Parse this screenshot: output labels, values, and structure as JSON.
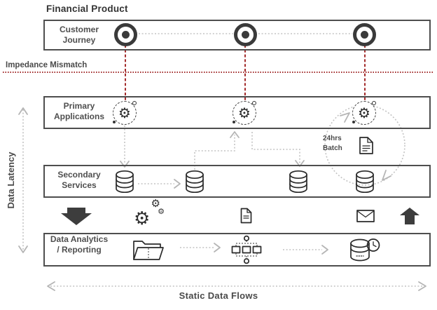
{
  "title": "Financial Product",
  "labels": {
    "impedance": "Impedance Mismatch",
    "data_latency": "Data Latency",
    "static_flows": "Static Data Flows",
    "batch": "24hrs Batch"
  },
  "rows": [
    {
      "id": "customer-journey",
      "label": "Customer Journey"
    },
    {
      "id": "primary-applications",
      "label": "Primary Applications"
    },
    {
      "id": "secondary-services",
      "label": "Secondary Services"
    },
    {
      "id": "data-analytics-reporting",
      "label": "Data Analytics / Reporting"
    }
  ],
  "icons": {
    "journey_touchpoint": "bullseye-icon",
    "application": "gear-circle-icon",
    "service_database": "database-icon",
    "processing": "gears-icon",
    "document": "document-icon",
    "mail": "envelope-icon",
    "ingest": "block-down-arrow-icon",
    "publish": "block-up-arrow-icon",
    "warehouse_folder": "folder-icon",
    "pipeline": "workflow-icon",
    "scheduled_database": "database-clock-icon",
    "batch_loop": "loop-arrow-icon"
  },
  "colors": {
    "mismatch_red": "#a22b2b",
    "box_border": "#4e4e4e",
    "connector_gray": "#c3c3c3",
    "dark_icon": "#3d3d3d",
    "text": "#4a4a4a"
  }
}
